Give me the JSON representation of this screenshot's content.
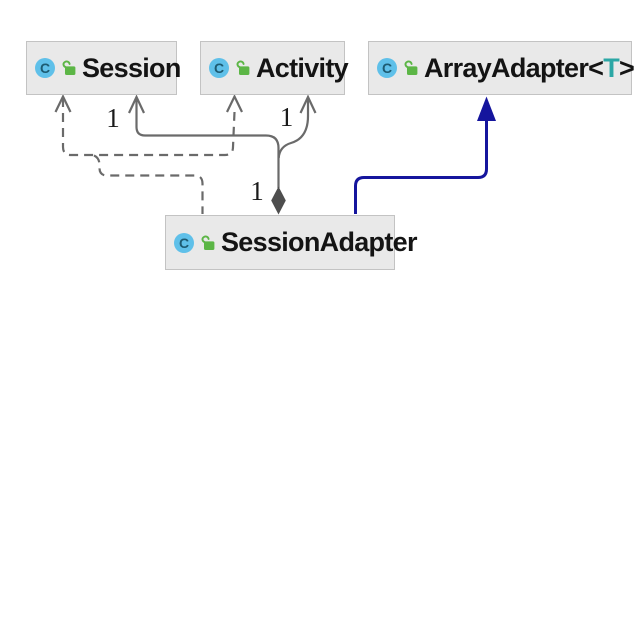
{
  "colors": {
    "page_bg": "#ffffff",
    "box_bg": "#e9e9e9",
    "box_border": "#c3c3c3",
    "edge_gray": "#6a6a6a",
    "inheritance_blue": "#15159d",
    "diamond_fill": "#4e4e4e",
    "class_icon_blue": "#5fc0e9",
    "class_icon_letter": "#1d5b72",
    "lock_green": "#5cb646",
    "type_param_teal": "#2ba7a5",
    "label_text": "#141414",
    "multiplicity_text": "#1a1a1a"
  },
  "icons": {
    "class_letter": "C"
  },
  "classes": [
    {
      "label": "Session"
    },
    {
      "label": "Activity"
    },
    {
      "label": "ArrayAdapter<",
      "type_param": "T",
      "label_close": ">"
    },
    {
      "label": "SessionAdapter"
    }
  ],
  "edges": [
    {
      "id": "dep-session",
      "type": "dependency",
      "from": "SessionAdapter",
      "to": "Session",
      "style": "dashed"
    },
    {
      "id": "dep-activity",
      "type": "dependency",
      "from": "SessionAdapter",
      "to": "Activity",
      "style": "dashed"
    },
    {
      "id": "agg-session",
      "type": "aggregation",
      "from": "SessionAdapter",
      "to": "Session",
      "style": "solid",
      "source_multiplicity": "1",
      "target_multiplicity": "1"
    },
    {
      "id": "agg-activity",
      "type": "aggregation",
      "from": "SessionAdapter",
      "to": "Activity",
      "style": "solid",
      "target_multiplicity": "1"
    },
    {
      "id": "ext-arrayadapter",
      "type": "inheritance",
      "from": "SessionAdapter",
      "to": "ArrayAdapter<T>",
      "style": "solid"
    }
  ]
}
